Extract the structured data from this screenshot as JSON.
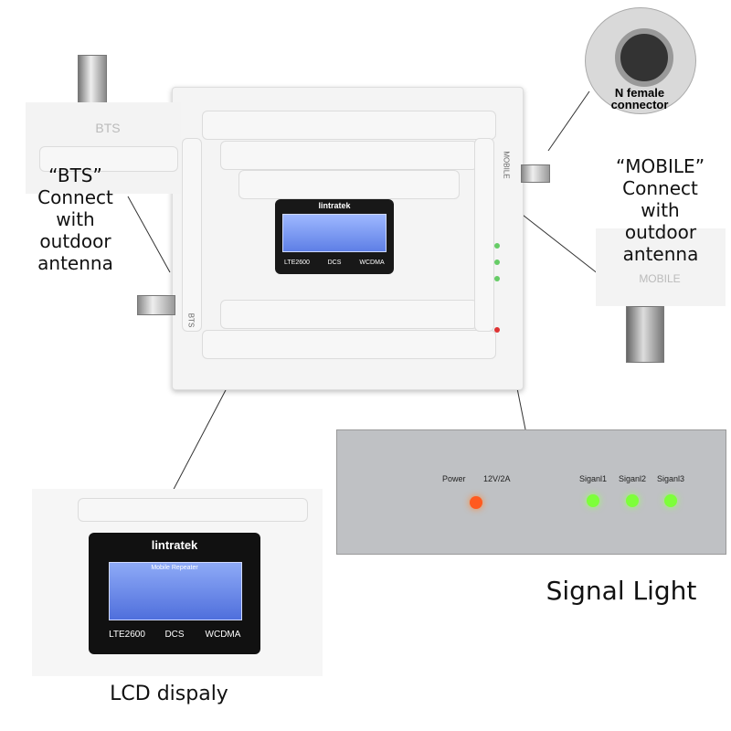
{
  "device": {
    "brand": "lintratek",
    "model_line": "Mobile Repeater",
    "bands": [
      "LTE2600",
      "DCS",
      "WCDMA"
    ],
    "port_left": "BTS",
    "port_right": "MOBILE",
    "side_labels": [
      "Signal3",
      "Signal2",
      "Signal1",
      "12V/2A",
      "Power"
    ]
  },
  "callouts": {
    "bts_lines": [
      "“BTS”",
      "Connect",
      "with",
      "outdoor",
      "antenna"
    ],
    "mobile_lines": [
      "“MOBILE”",
      "Connect",
      "with",
      "outdoor",
      "antenna"
    ],
    "connector_lines": [
      "N female",
      "connector"
    ],
    "bts_panel_label": "BTS",
    "mobile_panel_label": "MOBILE",
    "signal_light": "Signal Light",
    "lcd_display": "LCD dispaly"
  },
  "signal_panel": {
    "labels": [
      "Power",
      "12V/2A",
      "Siganl1",
      "Siganl2",
      "Siganl3"
    ]
  },
  "colors": {
    "led_power": "#ff5a1f",
    "led_signal": "#7dff3a",
    "lcd_blue": "#6f8ff0"
  }
}
